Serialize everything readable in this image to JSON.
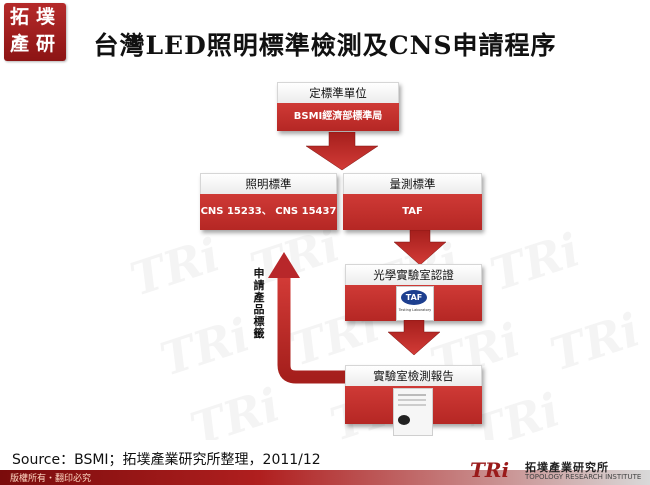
{
  "header": {
    "logo_chars": [
      "拓",
      "墣",
      "產",
      "研"
    ],
    "title": "台灣LED照明標準檢測及CNS申請程序"
  },
  "diagram": {
    "box_std_unit": {
      "header": "定標準單位",
      "body": "BSMI經濟部標準局"
    },
    "box_lighting": {
      "header": "照明標準",
      "body": "CNS 15233、 CNS 15437"
    },
    "box_measure": {
      "header": "量測標準",
      "body": "TAF"
    },
    "box_lab_cert": {
      "header": "光學實驗室認證",
      "logo_text": "TAF",
      "logo_caption": "Testing Laboratory"
    },
    "box_report": {
      "header": "實驗室檢測報告"
    },
    "apply_label_chars": [
      "申",
      "請",
      "產",
      "品",
      "標",
      "籤"
    ]
  },
  "footer": {
    "source": "Source：BSMI；拓墣產業研究所整理，2011/12",
    "copyright": "版權所有・翻印必究",
    "brand_mark": "TRi",
    "brand_cn": "拓墣產業研究所",
    "brand_en": "TOPOLOGY RESEARCH INSTITUTE"
  },
  "colors": {
    "accent_red": "#c0302c",
    "dark_red": "#8c1414",
    "header_bg": "#efefef"
  }
}
